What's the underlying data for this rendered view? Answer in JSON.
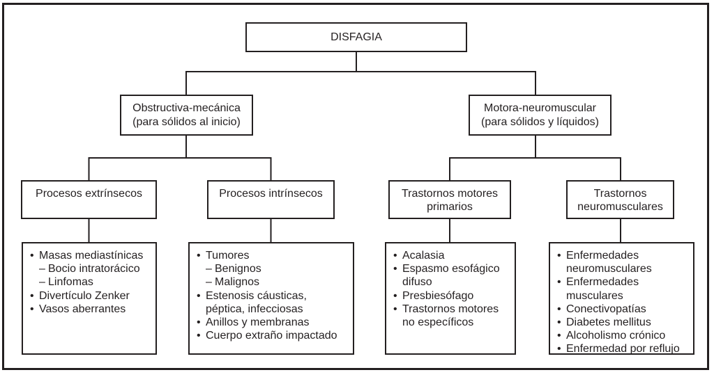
{
  "diagram": {
    "root_label": "DISFAGIA",
    "level2": [
      {
        "line1": "Obstructiva-mecánica",
        "line2": "(para sólidos al inicio)"
      },
      {
        "line1": "Motora-neuromuscular",
        "line2": "(para sólidos y líquidos)"
      }
    ],
    "level3": [
      {
        "label": "Procesos extrínsecos"
      },
      {
        "label": "Procesos intrínsecos"
      },
      {
        "label": "Trastornos motores primarios"
      },
      {
        "label": "Trastornos neuromusculares"
      }
    ],
    "leaves": [
      {
        "items": [
          {
            "marker": "•",
            "indent": 0,
            "text": "Masas mediastínicas"
          },
          {
            "marker": "–",
            "indent": 1,
            "text": "Bocio intratorácico"
          },
          {
            "marker": "–",
            "indent": 1,
            "text": "Linfomas"
          },
          {
            "marker": "•",
            "indent": 0,
            "text": "Divertículo Zenker"
          },
          {
            "marker": "•",
            "indent": 0,
            "text": "Vasos aberrantes"
          }
        ]
      },
      {
        "items": [
          {
            "marker": "•",
            "indent": 0,
            "text": "Tumores"
          },
          {
            "marker": "–",
            "indent": 1,
            "text": "Benignos"
          },
          {
            "marker": "–",
            "indent": 1,
            "text": "Malignos"
          },
          {
            "marker": "•",
            "indent": 0,
            "text": "Estenosis cáusticas,\npéptica, infecciosas"
          },
          {
            "marker": "•",
            "indent": 0,
            "text": "Anillos y membranas"
          },
          {
            "marker": "•",
            "indent": 0,
            "text": "Cuerpo extraño impactado"
          }
        ]
      },
      {
        "items": [
          {
            "marker": "•",
            "indent": 0,
            "text": "Acalasia"
          },
          {
            "marker": "•",
            "indent": 0,
            "text": "Espasmo esofágico\ndifuso"
          },
          {
            "marker": "•",
            "indent": 0,
            "text": "Presbiesófago"
          },
          {
            "marker": "•",
            "indent": 0,
            "text": "Trastornos motores\nno específicos"
          }
        ]
      },
      {
        "items": [
          {
            "marker": "•",
            "indent": 0,
            "text": "Enfermedades\nneuromusculares"
          },
          {
            "marker": "•",
            "indent": 0,
            "text": "Enfermedades\nmusculares"
          },
          {
            "marker": "•",
            "indent": 0,
            "text": "Conectivopatías"
          },
          {
            "marker": "•",
            "indent": 0,
            "text": "Diabetes mellitus"
          },
          {
            "marker": "•",
            "indent": 0,
            "text": "Alcoholismo crónico"
          },
          {
            "marker": "•",
            "indent": 0,
            "text": "Enfermedad por reflujo"
          }
        ]
      }
    ],
    "colors": {
      "line": "#231f20",
      "background": "#ffffff"
    }
  }
}
